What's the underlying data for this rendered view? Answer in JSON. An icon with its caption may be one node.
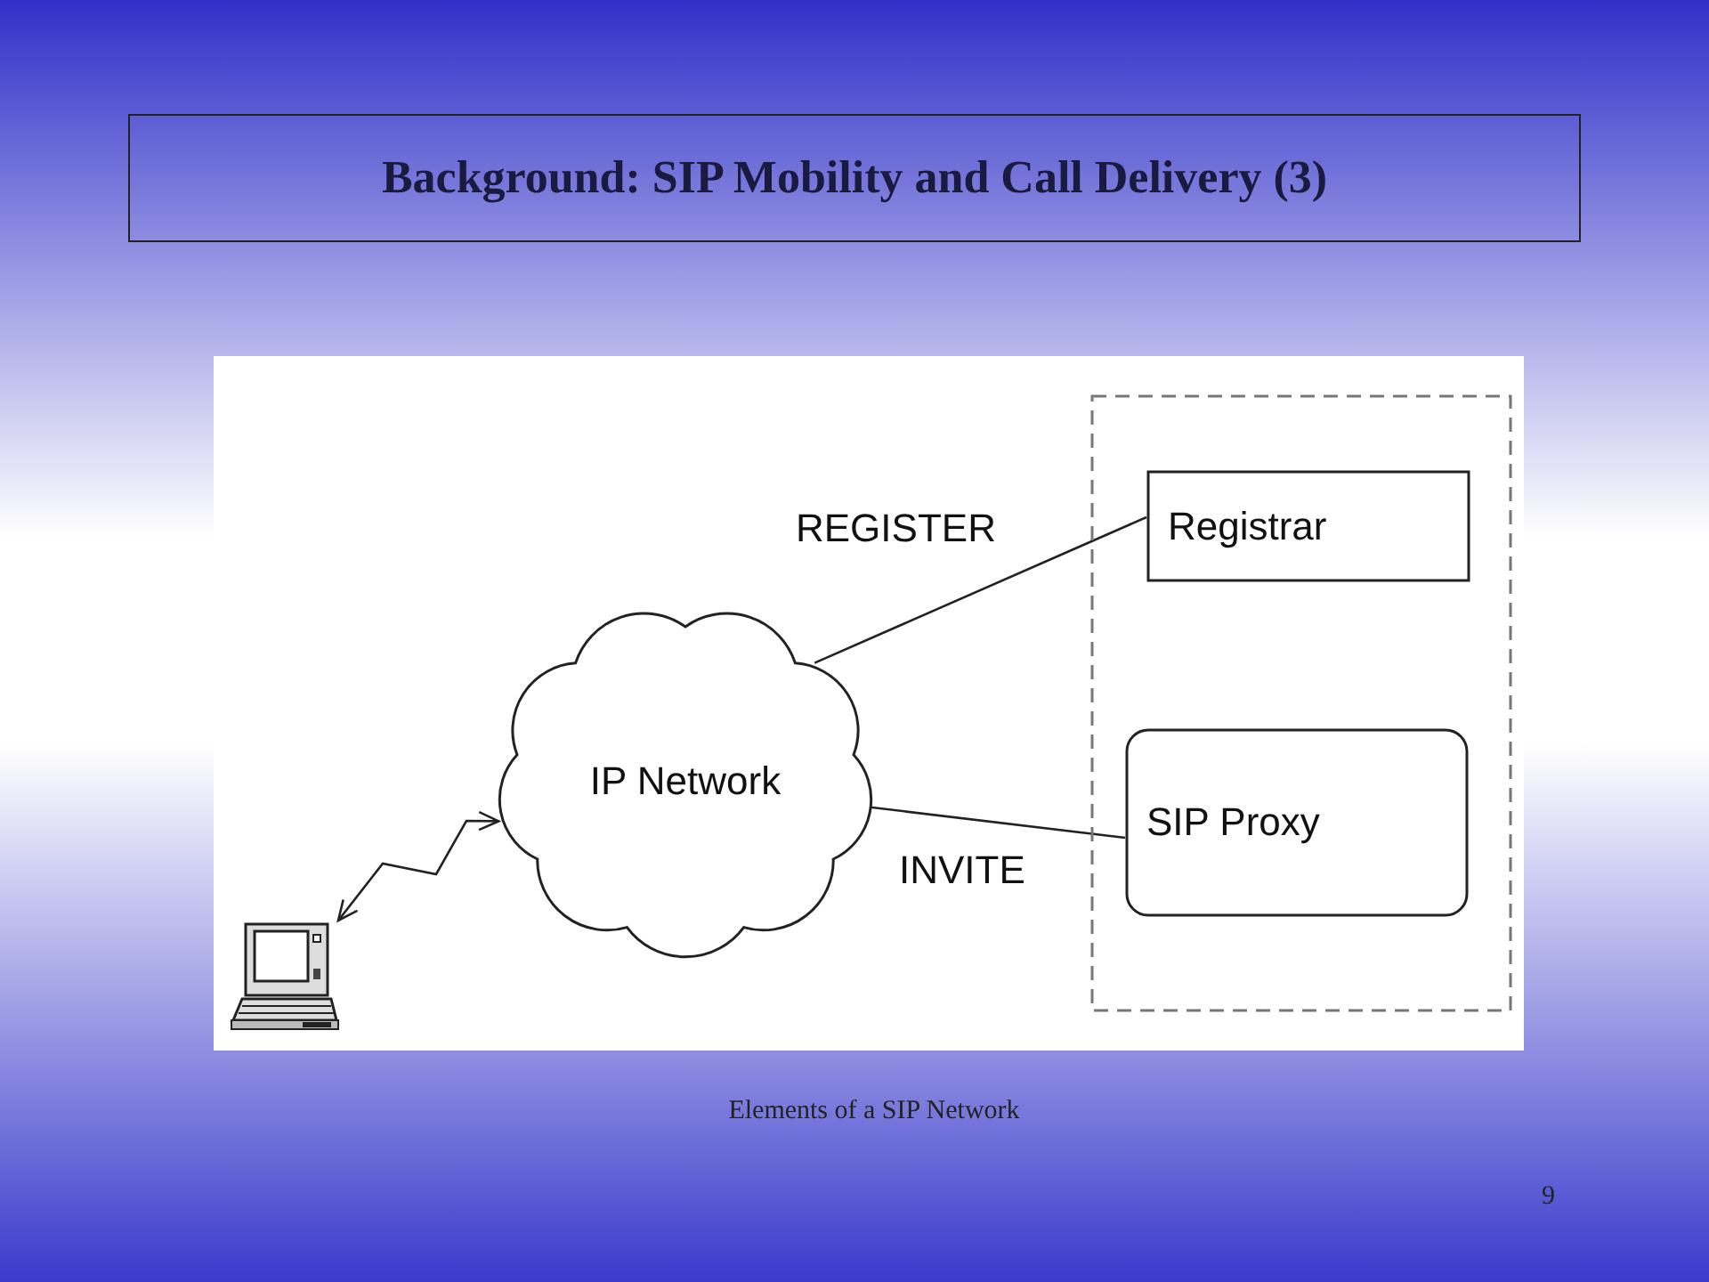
{
  "diagram": {
    "title": "Background: SIP Mobility and Call Delivery (3)",
    "caption": "Elements of a SIP Network",
    "nodes": [
      {
        "text": [],
        "shape": "laptop"
      },
      {
        "text": [
          "IP Network"
        ]
      },
      {
        "text": [],
        "shape": "box"
      },
      {
        "text": [
          "Registrar"
        ],
        "in": 2
      },
      {
        "text": [
          "SIP Proxy"
        ],
        "in": 2
      }
    ],
    "edges": [
      {
        "from": 0,
        "to": 1,
        "arrow": "both"
      },
      {
        "from": 1,
        "to": 3,
        "arrow": "none",
        "label": "REGISTER"
      },
      {
        "from": 1,
        "to": 4,
        "arrow": "none",
        "label": "INVITE"
      }
    ],
    "labels": [
      "9"
    ]
  }
}
